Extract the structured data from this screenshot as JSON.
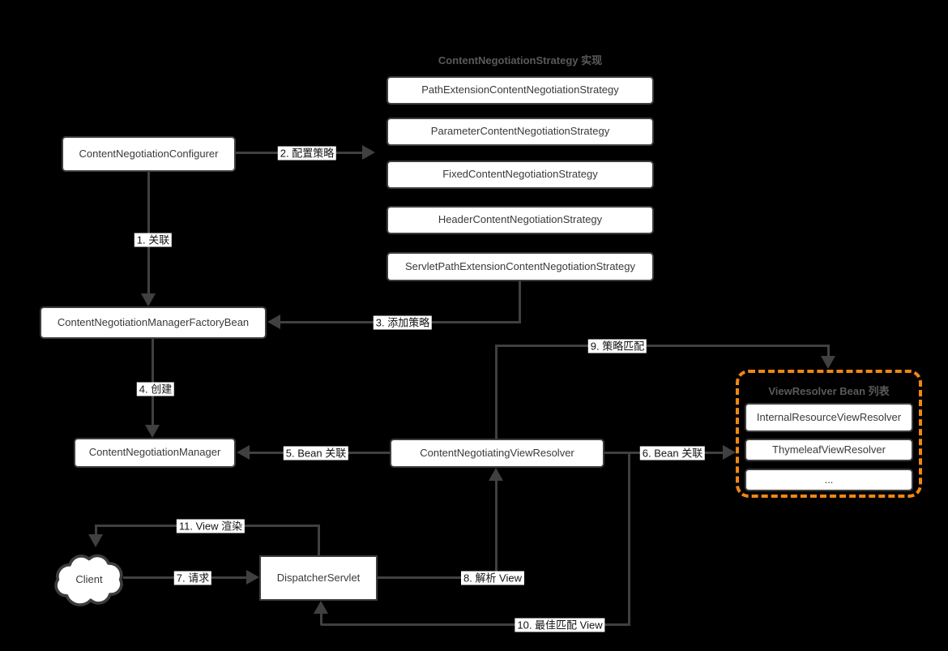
{
  "colors": {
    "background": "#000000",
    "connector": "#404040",
    "node_border": "#3d3d3d",
    "node_fill": "#ffffff",
    "node_text": "#3a3a3a",
    "group_title_text": "#5a5a5a",
    "view_resolver_group_border": "#ef8714",
    "edge_label_bg": "#ffffff",
    "edge_label_text": "#141414"
  },
  "strategy_group": {
    "title": "ContentNegotiationStrategy 实现",
    "items": [
      "PathExtensionContentNegotiationStrategy",
      "ParameterContentNegotiationStrategy",
      "FixedContentNegotiationStrategy",
      "HeaderContentNegotiationStrategy",
      "ServletPathExtensionContentNegotiationStrategy"
    ]
  },
  "view_resolver_group": {
    "title": "ViewResolver Bean 列表",
    "items": [
      "InternalResourceViewResolver",
      "ThymeleafViewResolver",
      "..."
    ]
  },
  "nodes": {
    "configurer": "ContentNegotiationConfigurer",
    "factory_bean": "ContentNegotiationManagerFactoryBean",
    "manager": "ContentNegotiationManager",
    "negotiating_view_resolver": "ContentNegotiatingViewResolver",
    "dispatcher_servlet": "DispatcherServlet",
    "client": "Client"
  },
  "edges": {
    "e1": "1. 关联",
    "e2": "2. 配置策略",
    "e3": "3. 添加策略",
    "e4": "4. 创建",
    "e5": "5. Bean 关联",
    "e6": "6. Bean 关联",
    "e7": "7. 请求",
    "e8": "8. 解析 View",
    "e9": "9. 策略匹配",
    "e10": "10. 最佳匹配 View",
    "e11": "11. View 渲染"
  }
}
